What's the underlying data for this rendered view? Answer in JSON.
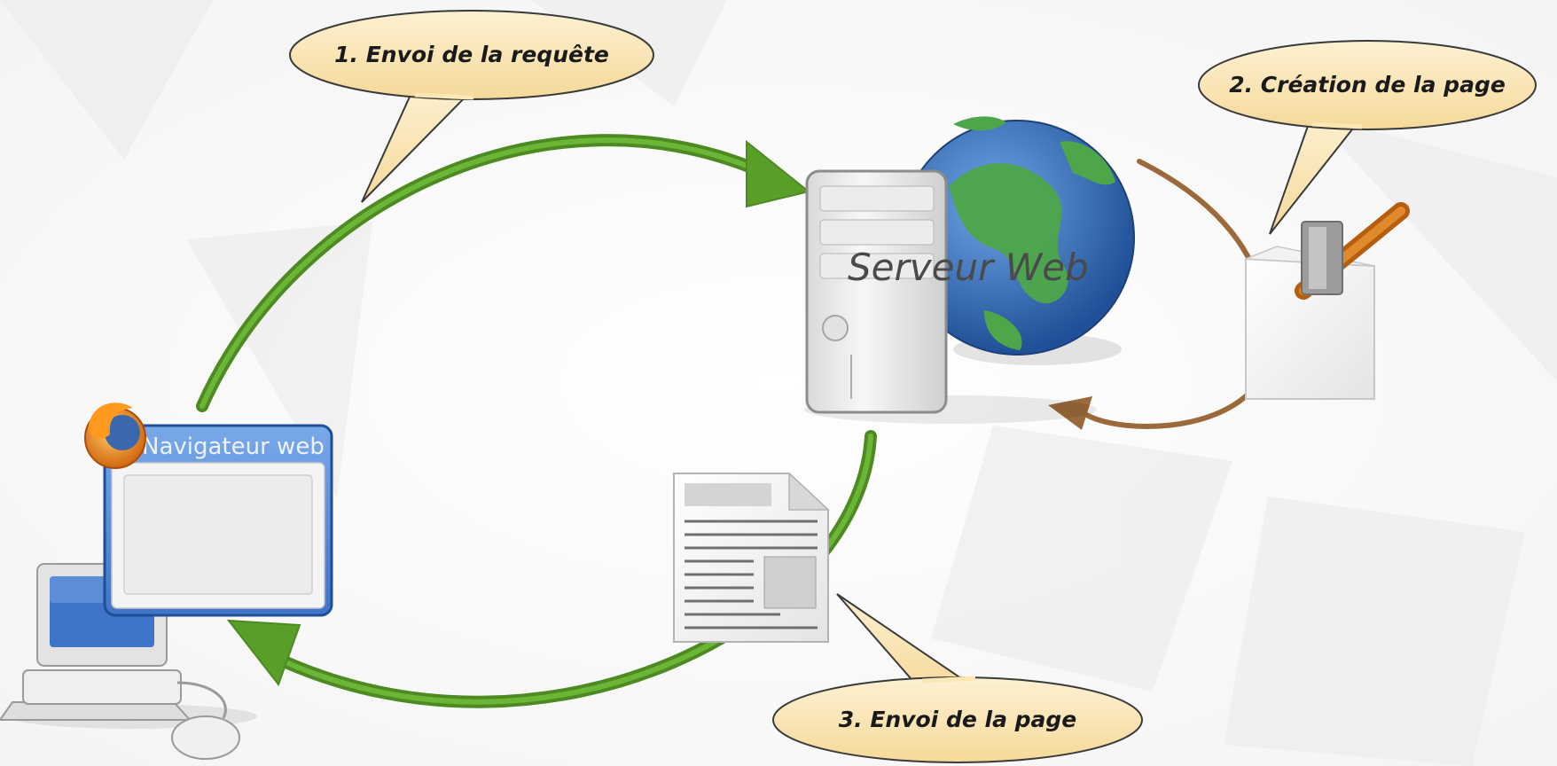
{
  "diagram": {
    "steps": {
      "request": {
        "label": "1. Envoi de la requête"
      },
      "creation": {
        "label": "2. Création de la page"
      },
      "response": {
        "label": "3. Envoi de la page"
      }
    },
    "nodes": {
      "server": {
        "label": "Serveur Web"
      },
      "browser": {
        "label": "Navigateur web"
      }
    }
  },
  "colors": {
    "flow_arrow": "#5a9e2a",
    "creation_arrow": "#9a6a3a",
    "bubble_fill": "#fbe7b4",
    "bubble_stroke": "#3a3a3a",
    "browser_frame": "#2d62b5",
    "globe_ocean": "#2f6db8",
    "globe_land": "#4ea64a"
  },
  "icons": [
    "firefox-icon",
    "computer-icon",
    "server-icon",
    "globe-icon",
    "document-icon",
    "hammer-icon"
  ]
}
